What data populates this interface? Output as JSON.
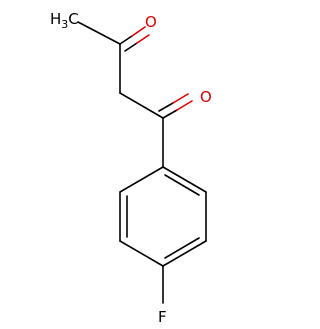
{
  "molecule": {
    "atoms": {
      "methyl": {
        "main": "H",
        "sub": "3",
        "tail": "C",
        "color": "#000000"
      },
      "ketone_o": {
        "label": "O",
        "color": "#e00000"
      },
      "aroyl_o": {
        "label": "O",
        "color": "#e00000"
      },
      "fluorine": {
        "label": "F",
        "color": "#000000"
      }
    },
    "colors": {
      "bond": "#000000",
      "oxygen": "#e00000",
      "background": "#ffffff"
    }
  }
}
